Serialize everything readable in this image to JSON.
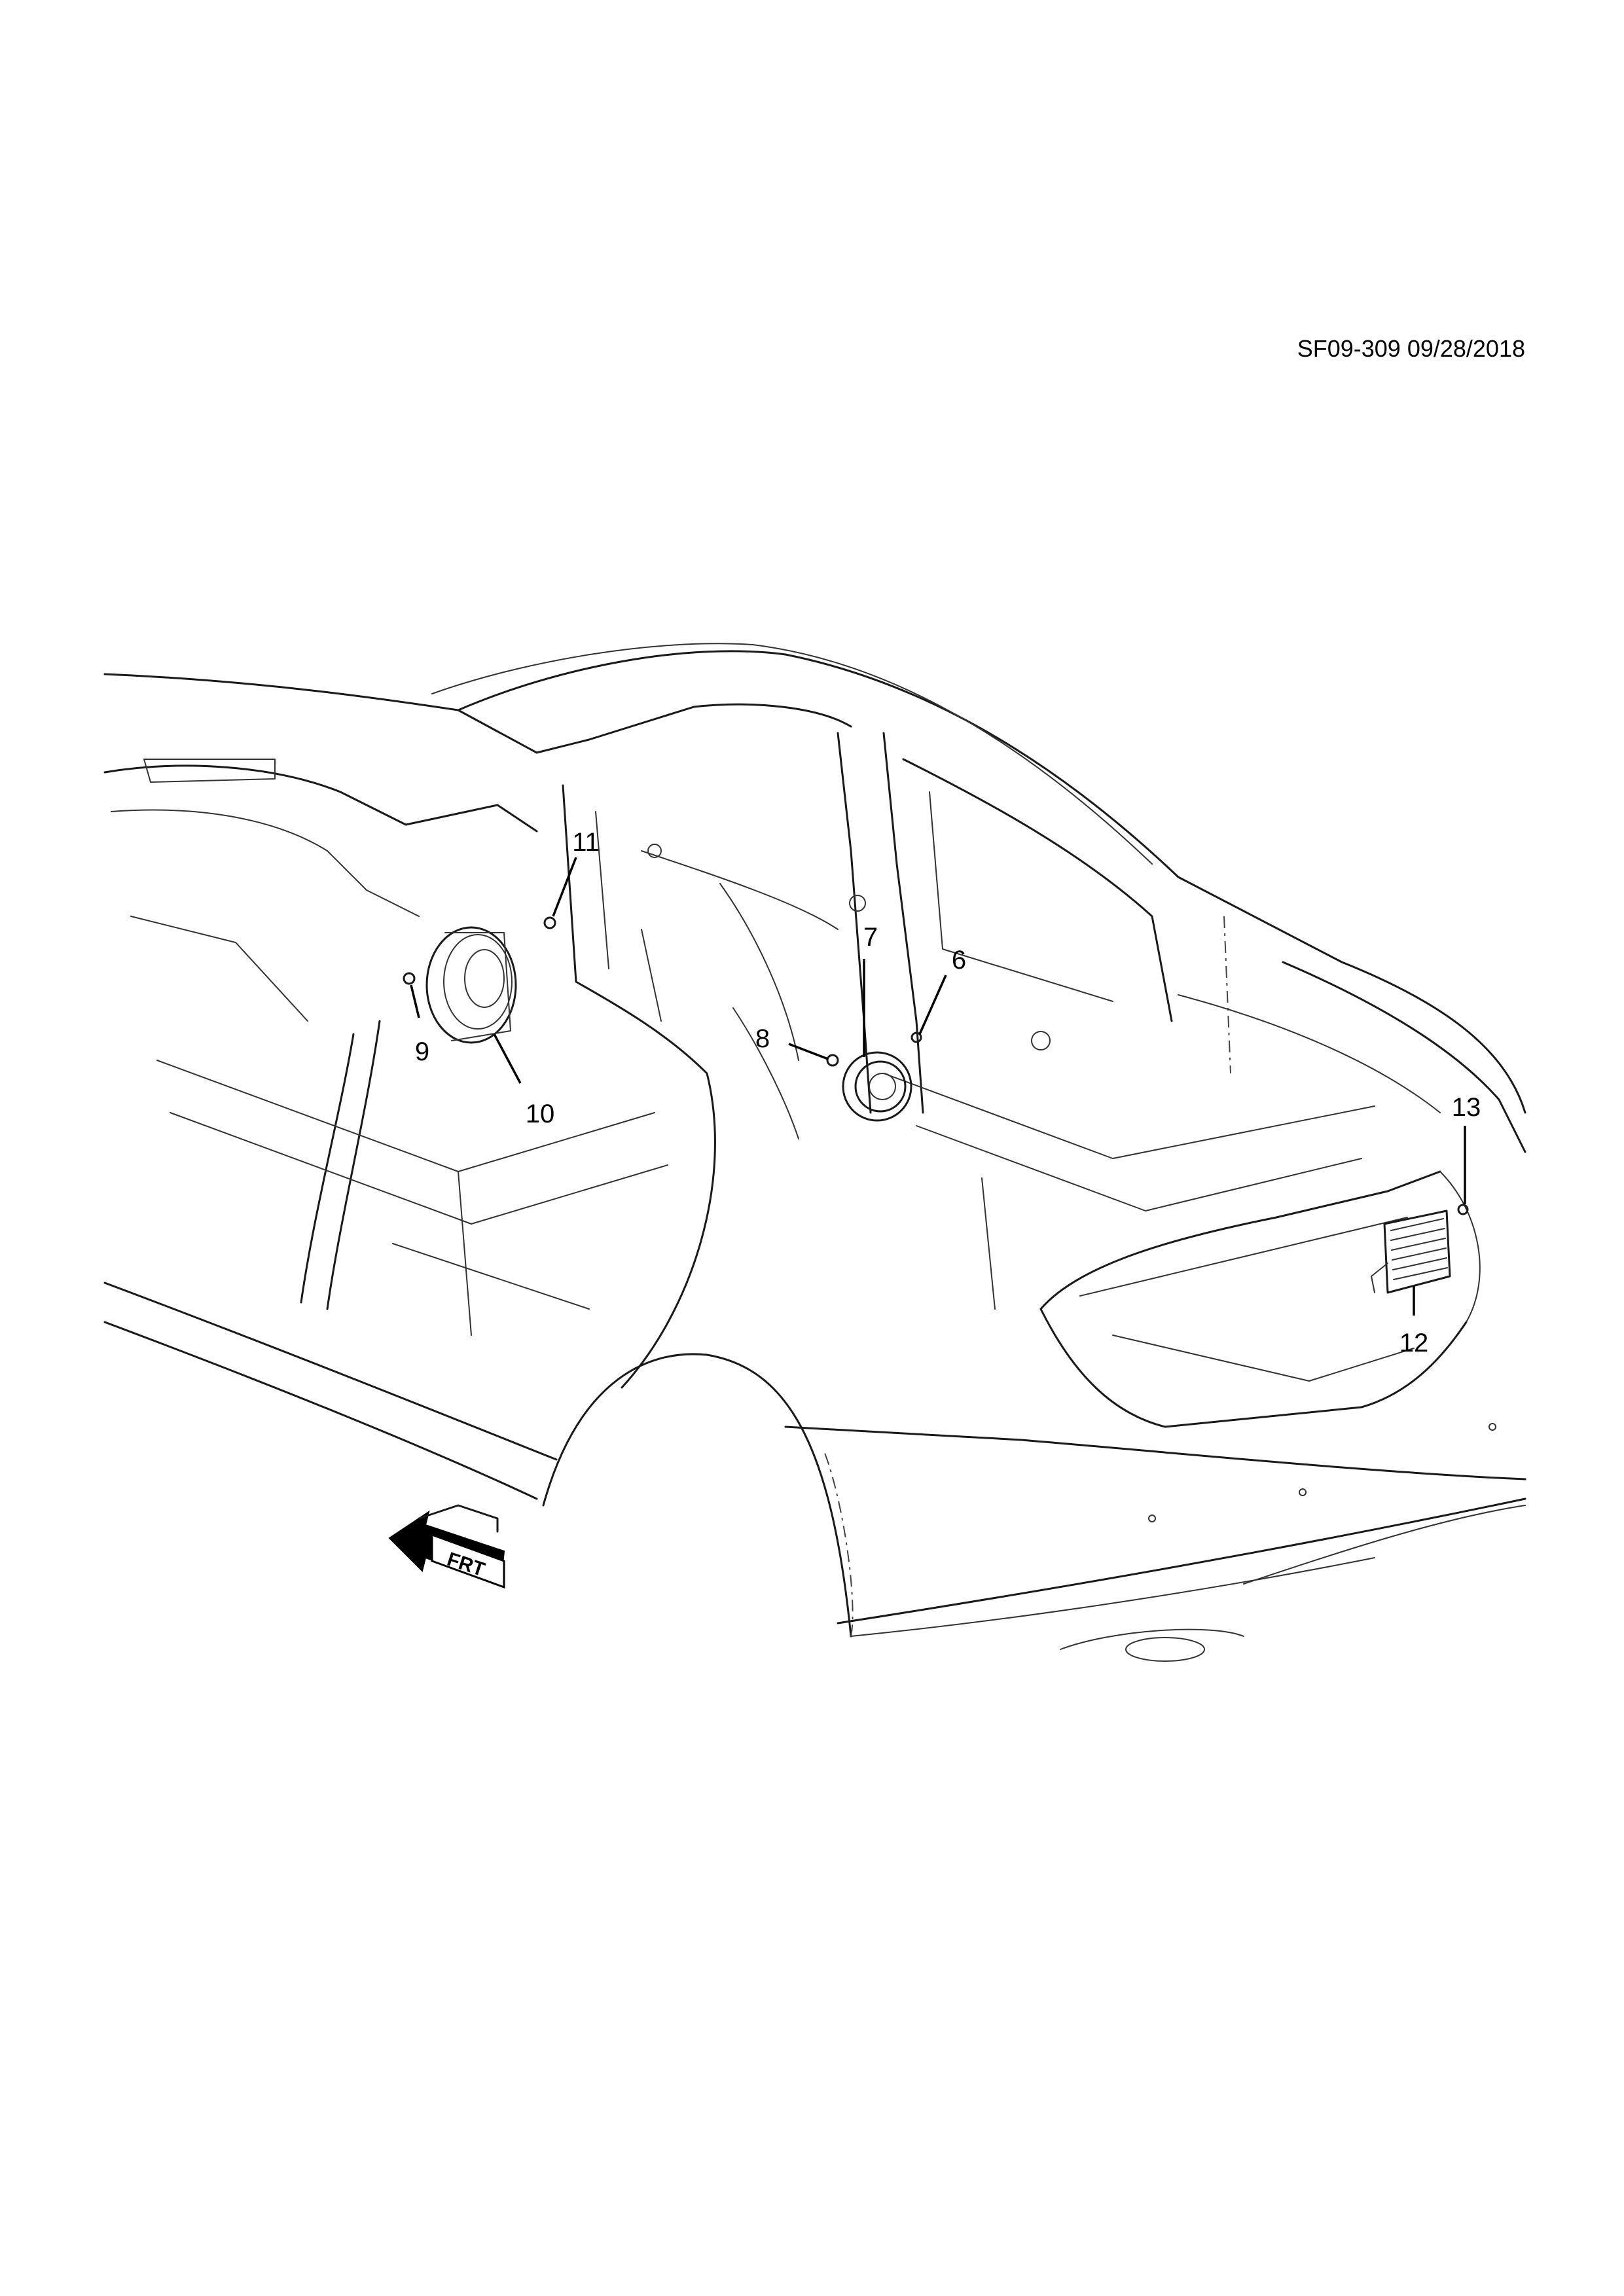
{
  "drawing": {
    "reference": "SF09-309 09/28/2018",
    "front_arrow_label": "FRT"
  },
  "callouts": [
    {
      "id": "6",
      "label": "6"
    },
    {
      "id": "7",
      "label": "7"
    },
    {
      "id": "8",
      "label": "8"
    },
    {
      "id": "9",
      "label": "9"
    },
    {
      "id": "10",
      "label": "10"
    },
    {
      "id": "11",
      "label": "11"
    },
    {
      "id": "12",
      "label": "12"
    },
    {
      "id": "13",
      "label": "13"
    }
  ],
  "colors": {
    "line": "#1a1a1a",
    "background": "#ffffff"
  }
}
